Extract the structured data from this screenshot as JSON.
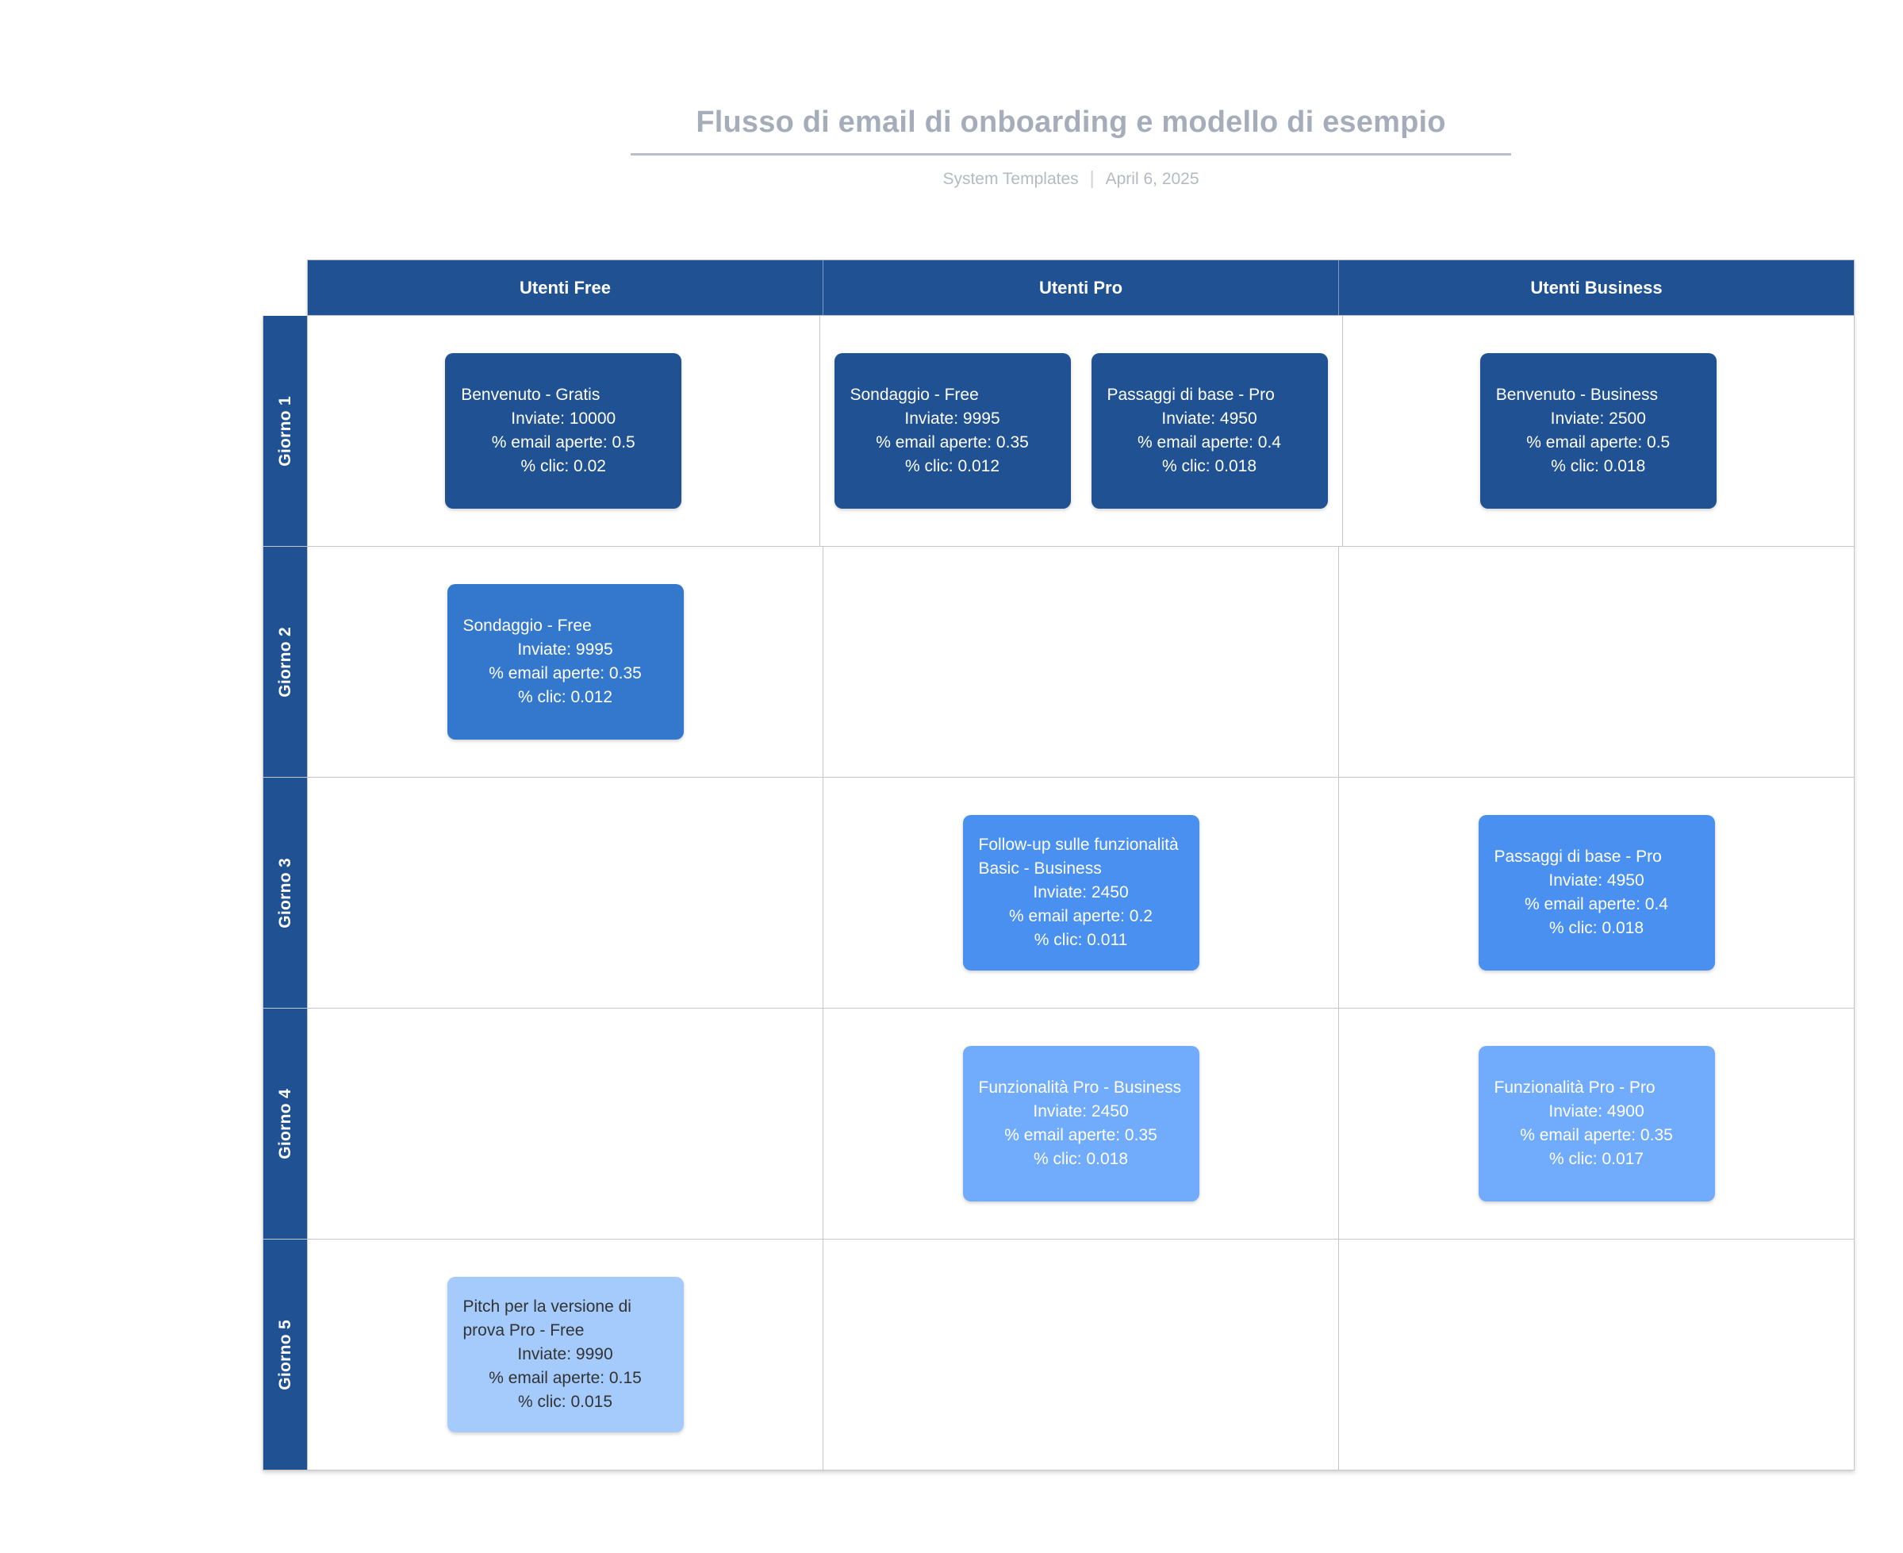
{
  "header": {
    "title": "Flusso di email di onboarding e modello di esempio",
    "source": "System Templates",
    "separator": "|",
    "date": "April 6, 2025"
  },
  "colors": {
    "header_blue": "#1f5193",
    "day1": "#1f5193",
    "day2": "#3478ce",
    "day3": "#4a90f0",
    "day4": "#71abfb",
    "day5": "#a4cbfb",
    "grid_line": "#c2c6cb",
    "title_gray": "#a6adba"
  },
  "columns": [
    {
      "label": "Utenti Free"
    },
    {
      "label": "Utenti Pro"
    },
    {
      "label": "Utenti Business"
    }
  ],
  "rows": [
    {
      "label": "Giorno 1",
      "tone": "tone-1",
      "cells": [
        {
          "cards": [
            {
              "title": "Benvenuto - Gratis",
              "sent": "Inviate: 10000",
              "open_rate": "% email aperte: 0.5",
              "click_rate": "% clic: 0.02"
            }
          ]
        },
        {
          "cards": [
            {
              "title": "Sondaggio - Free",
              "sent": "Inviate: 9995",
              "open_rate": "% email aperte: 0.35",
              "click_rate": "% clic: 0.012"
            },
            {
              "title": "Passaggi di base - Pro",
              "sent": "Inviate: 4950",
              "open_rate": "% email aperte: 0.4",
              "click_rate": "% clic: 0.018"
            }
          ]
        },
        {
          "cards": [
            {
              "title": "Benvenuto - Business",
              "sent": "Inviate: 2500",
              "open_rate": "% email aperte: 0.5",
              "click_rate": "% clic: 0.018"
            }
          ]
        }
      ]
    },
    {
      "label": "Giorno 2",
      "tone": "tone-2",
      "cells": [
        {
          "cards": [
            {
              "title": "Sondaggio - Free",
              "sent": "Inviate: 9995",
              "open_rate": "% email aperte: 0.35",
              "click_rate": "% clic: 0.012"
            }
          ]
        },
        {
          "cards": []
        },
        {
          "cards": []
        }
      ]
    },
    {
      "label": "Giorno 3",
      "tone": "tone-3",
      "cells": [
        {
          "cards": []
        },
        {
          "cards": [
            {
              "title": "Follow-up sulle funzionalità Basic - Business",
              "sent": "Inviate: 2450",
              "open_rate": "% email aperte: 0.2",
              "click_rate": "% clic: 0.011"
            }
          ]
        },
        {
          "cards": [
            {
              "title": "Passaggi di base - Pro",
              "sent": "Inviate: 4950",
              "open_rate": "% email aperte: 0.4",
              "click_rate": "% clic: 0.018"
            }
          ]
        }
      ]
    },
    {
      "label": "Giorno 4",
      "tone": "tone-4",
      "cells": [
        {
          "cards": []
        },
        {
          "cards": [
            {
              "title": "Funzionalità Pro - Business",
              "sent": "Inviate: 2450",
              "open_rate": "% email aperte: 0.35",
              "click_rate": "% clic: 0.018"
            }
          ]
        },
        {
          "cards": [
            {
              "title": "Funzionalità Pro - Pro",
              "sent": "Inviate: 4900",
              "open_rate": "% email aperte: 0.35",
              "click_rate": "% clic: 0.017"
            }
          ]
        }
      ]
    },
    {
      "label": "Giorno 5",
      "tone": "tone-5",
      "cells": [
        {
          "cards": [
            {
              "title": "Pitch per la versione di prova Pro - Free",
              "sent": "Inviate: 9990",
              "open_rate": "% email aperte: 0.15",
              "click_rate": "% clic: 0.015"
            }
          ]
        },
        {
          "cards": []
        },
        {
          "cards": []
        }
      ]
    }
  ]
}
